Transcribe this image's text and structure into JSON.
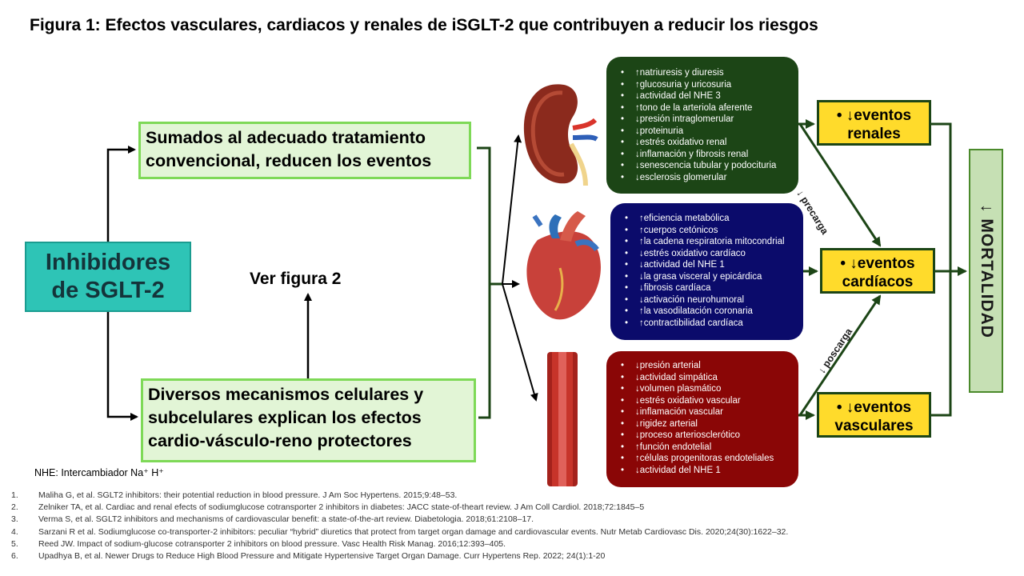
{
  "title": "Figura 1: Efectos vasculares, cardiacos y renales de iSGLT-2 que contribuyen a reducir los riesgos",
  "sglt_box": {
    "line1": "Inhibidores",
    "line2": "de SGLT-2"
  },
  "box_top": {
    "line1": "Sumados al adecuado tratamiento",
    "line2": "convencional, reducen los eventos"
  },
  "box_bottom": {
    "line1": "Diversos mecanismos celulares y",
    "line2": "subcelulares explican los efectos",
    "line3": "cardio-vásculo-reno protectores"
  },
  "ver_figura": "Ver figura 2",
  "renal_panel": [
    "↑natriuresis y diuresis",
    "↑glucosuria y uricosuria",
    "↓actividad del NHE 3",
    "↑tono de la arteriola aferente",
    "↓presión intraglomerular",
    "↓proteinuria",
    "↓estrés oxidativo renal",
    "↓inflamación y fibrosis renal",
    "↓senescencia tubular y podocituria",
    "↓esclerosis glomerular"
  ],
  "cardiac_panel": [
    "↑eficiencia metabólica",
    "↑cuerpos cetónicos",
    "↑la cadena respiratoria mitocondrial",
    "↓estrés oxidativo cardíaco",
    "↓actividad del NHE 1",
    "↓la grasa visceral y epicárdica",
    "↓fibrosis cardíaca",
    "↓activación neurohumoral",
    "↑la vasodilatación coronaria",
    "↑contractibilidad cardíaca"
  ],
  "vascular_panel": [
    "↓presión arterial",
    "↓actividad simpática",
    "↓volumen plasmático",
    "↓estrés oxidativo vascular",
    "↓inflamación vascular",
    "↓rigidez arterial",
    "↓proceso arteriosclerótico",
    "↑función endotelial",
    "↑células progenitoras endoteliales",
    "↓actividad del NHE 1"
  ],
  "outcomes": {
    "renal": {
      "line1": "• ↓eventos",
      "line2": "renales"
    },
    "cardiac": {
      "line1": "• ↓eventos",
      "line2": "cardíacos"
    },
    "vascular": {
      "line1": "• ↓eventos",
      "line2": "vasculares"
    }
  },
  "precarga": "↓ precarga",
  "poscarga": "↓ poscarga",
  "mortalidad": "↓ MORTALIDAD",
  "nhe_note": "NHE: Intercambiador  Na⁺ H⁺",
  "references": [
    {
      "n": "1.",
      "text": "Maliha G, et al. SGLT2 inhibitors: their potential reduction in blood pressure. J Am Soc Hypertens. 2015;9:48–53."
    },
    {
      "n": "2.",
      "text": "Zelniker TA,  et al. Cardiac and renal efects of sodiumglucose cotransporter 2 inhibitors in diabetes: JACC state-of-theart review. J Am Coll Cardiol. 2018;72:1845–5"
    },
    {
      "n": "3.",
      "text": "Verma S, et al. SGLT2 inhibitors and mechanisms of cardiovascular benefit: a state-of-the-art review.  Diabetologia. 2018;61:2108–17."
    },
    {
      "n": "4.",
      "text": "Sarzani R et al. Sodiumglucose co-transporter-2 inhibitors: peculiar “hybrid” diuretics that protect from target organ damage and cardiovascular events. Nutr Metab Cardiovasc Dis. 2020;24(30):1622–32."
    },
    {
      "n": "5.",
      "text": "Reed JW.  Impact of sodium-glucose cotransporter 2 inhibitors on blood pressure. Vasc Health Risk Manag. 2016;12:393–405."
    },
    {
      "n": "6.",
      "text": "Upadhya B, et al. Newer Drugs to Reduce High Blood Pressure and Mitigate Hypertensive Target Organ Damage. Curr Hypertens Rep. 2022; 24(1):1-20"
    }
  ],
  "colors": {
    "renal_panel": "#1c4516",
    "cardiac_panel": "#0b0b6b",
    "vascular_panel": "#8a0606",
    "outcome_fill": "#ffdb2b",
    "sglt_fill": "#2ec4b6",
    "mortalidad_fill": "#c6e0b4"
  }
}
